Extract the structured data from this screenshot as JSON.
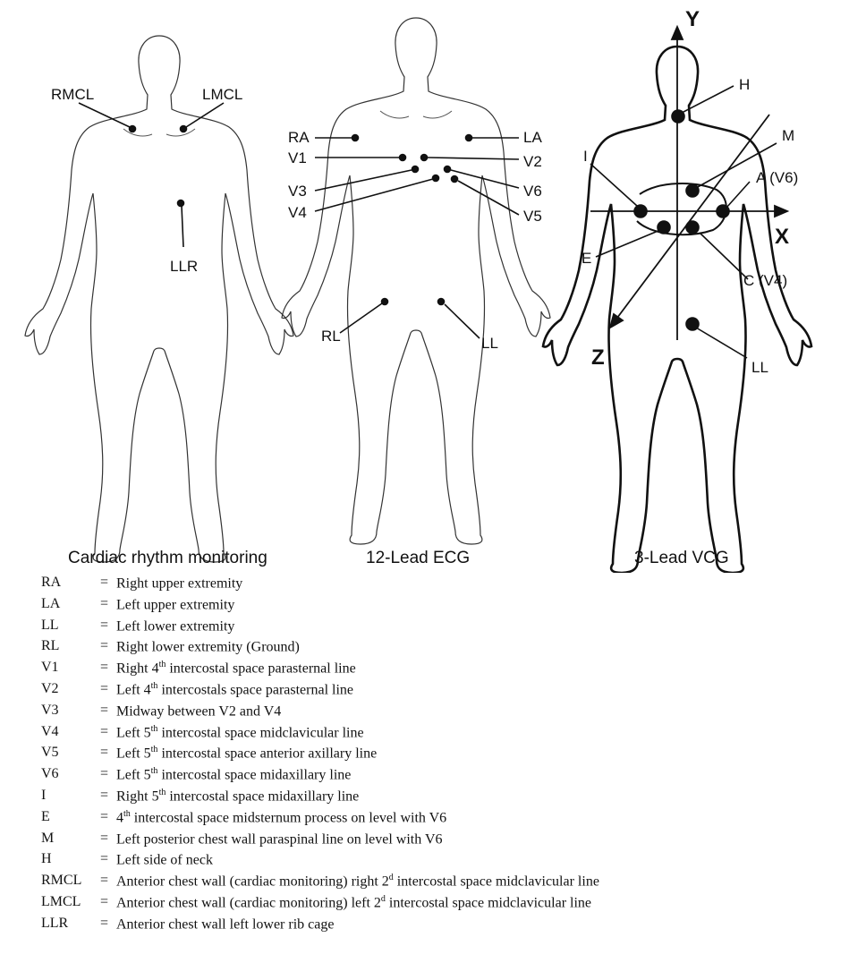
{
  "figures": {
    "cardiac": {
      "caption": "Cardiac rhythm monitoring",
      "labels": {
        "rmcl": "RMCL",
        "lmcl": "LMCL",
        "llr": "LLR"
      }
    },
    "twelve_lead": {
      "caption": "12-Lead ECG",
      "labels": {
        "ra": "RA",
        "la": "LA",
        "v1": "V1",
        "v2": "V2",
        "v3": "V3",
        "v4": "V4",
        "v5": "V5",
        "v6": "V6",
        "rl": "RL",
        "ll": "LL"
      }
    },
    "vcg": {
      "caption": "3-Lead VCG",
      "labels": {
        "h": "H",
        "m": "M",
        "i": "I",
        "a": "A (V6)",
        "e": "E",
        "c": "C (V4)",
        "ll": "LL"
      },
      "axes": {
        "x": "X",
        "y": "Y",
        "z": "Z"
      }
    }
  },
  "legend": [
    {
      "code": "RA",
      "eq": "=",
      "pre": "Right upper extremity",
      "sup": "",
      "post": ""
    },
    {
      "code": "LA",
      "eq": "=",
      "pre": "Left upper extremity",
      "sup": "",
      "post": ""
    },
    {
      "code": "LL",
      "eq": "=",
      "pre": "Left lower extremity",
      "sup": "",
      "post": ""
    },
    {
      "code": "RL",
      "eq": "=",
      "pre": "Right lower extremity (Ground)",
      "sup": "",
      "post": ""
    },
    {
      "code": "V1",
      "eq": "=",
      "pre": "Right 4",
      "sup": "th",
      "post": " intercostal space parasternal line"
    },
    {
      "code": "V2",
      "eq": "=",
      "pre": "Left 4",
      "sup": "th",
      "post": " intercostals space parasternal line"
    },
    {
      "code": "V3",
      "eq": "=",
      "pre": "Midway between V2 and V4",
      "sup": "",
      "post": ""
    },
    {
      "code": "V4",
      "eq": "=",
      "pre": "Left 5",
      "sup": "th",
      "post": " intercostal space midclavicular line"
    },
    {
      "code": "V5",
      "eq": "=",
      "pre": "Left 5",
      "sup": "th",
      "post": " intercostal space anterior axillary line"
    },
    {
      "code": "V6",
      "eq": "=",
      "pre": "Left 5",
      "sup": "th",
      "post": " intercostal space midaxillary line"
    },
    {
      "code": "I",
      "eq": "=",
      "pre": "Right 5",
      "sup": "th",
      "post": " intercostal space midaxillary line"
    },
    {
      "code": "E",
      "eq": "=",
      "pre": "4",
      "sup": "th",
      "post": " intercostal space midsternum process on level with V6"
    },
    {
      "code": "M",
      "eq": "=",
      "pre": "Left posterior chest wall paraspinal line on level with V6",
      "sup": "",
      "post": ""
    },
    {
      "code": "H",
      "eq": "=",
      "pre": "Left side of neck",
      "sup": "",
      "post": ""
    },
    {
      "code": "RMCL",
      "eq": "=",
      "pre": "Anterior chest wall  (cardiac monitoring) right 2",
      "sup": "d",
      "post": " intercostal space midclavicular line"
    },
    {
      "code": "LMCL",
      "eq": "=",
      "pre": "Anterior chest wall (cardiac monitoring) left 2",
      "sup": "d",
      "post": " intercostal space midclavicular line"
    },
    {
      "code": "LLR",
      "eq": "=",
      "pre": "Anterior chest wall left lower rib cage",
      "sup": "",
      "post": ""
    }
  ]
}
